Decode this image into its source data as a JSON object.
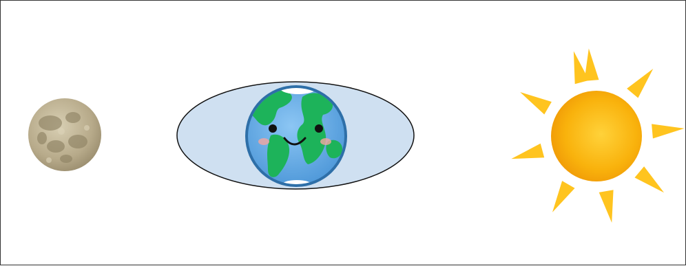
{
  "scene": {
    "objects": [
      {
        "id": "moon",
        "icon": "moon-icon"
      },
      {
        "id": "earth",
        "icon": "earth-icon",
        "expression": "smiling face"
      },
      {
        "id": "sun",
        "icon": "sun-icon"
      }
    ],
    "colors": {
      "border": "#333333",
      "ellipse_fill": "#cfe0f1",
      "ellipse_stroke": "#111111",
      "ocean": "#6fb3ea",
      "land": "#1db35a",
      "moon": "#b7aa8a",
      "sun_core": "#f9b20c",
      "sun_rays": "#ffc41f"
    }
  }
}
